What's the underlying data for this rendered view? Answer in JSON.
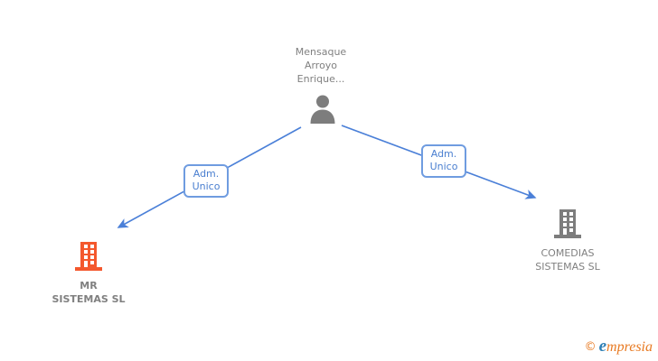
{
  "person": {
    "name_lines": [
      "Mensaque",
      "Arroyo",
      "Enrique..."
    ],
    "icon": "person-silhouette-icon"
  },
  "edges": [
    {
      "target": "MR SISTEMAS SL",
      "label_lines": [
        "Adm.",
        "Unico"
      ]
    },
    {
      "target": "COMEDIAS SISTEMAS SL",
      "label_lines": [
        "Adm.",
        "Unico"
      ]
    }
  ],
  "companies": [
    {
      "name_lines": [
        "MR",
        "SISTEMAS SL"
      ],
      "icon": "building-icon",
      "highlighted": true
    },
    {
      "name_lines": [
        "COMEDIAS",
        "SISTEMAS SL"
      ],
      "icon": "building-icon",
      "highlighted": false
    }
  ],
  "brand": {
    "copyright_symbol": "©",
    "name_initial": "e",
    "name_rest": "mpresia"
  },
  "colors": {
    "edge_blue": "#4b80d8",
    "label_text_blue": "#4a7fd0",
    "label_border_blue": "#6f9ce0",
    "text_gray": "#808080",
    "company_highlight_orange": "#f4582d",
    "icon_gray": "#7d7d7d",
    "brand_orange": "#e87a22",
    "brand_blue": "#2e7fb5"
  }
}
